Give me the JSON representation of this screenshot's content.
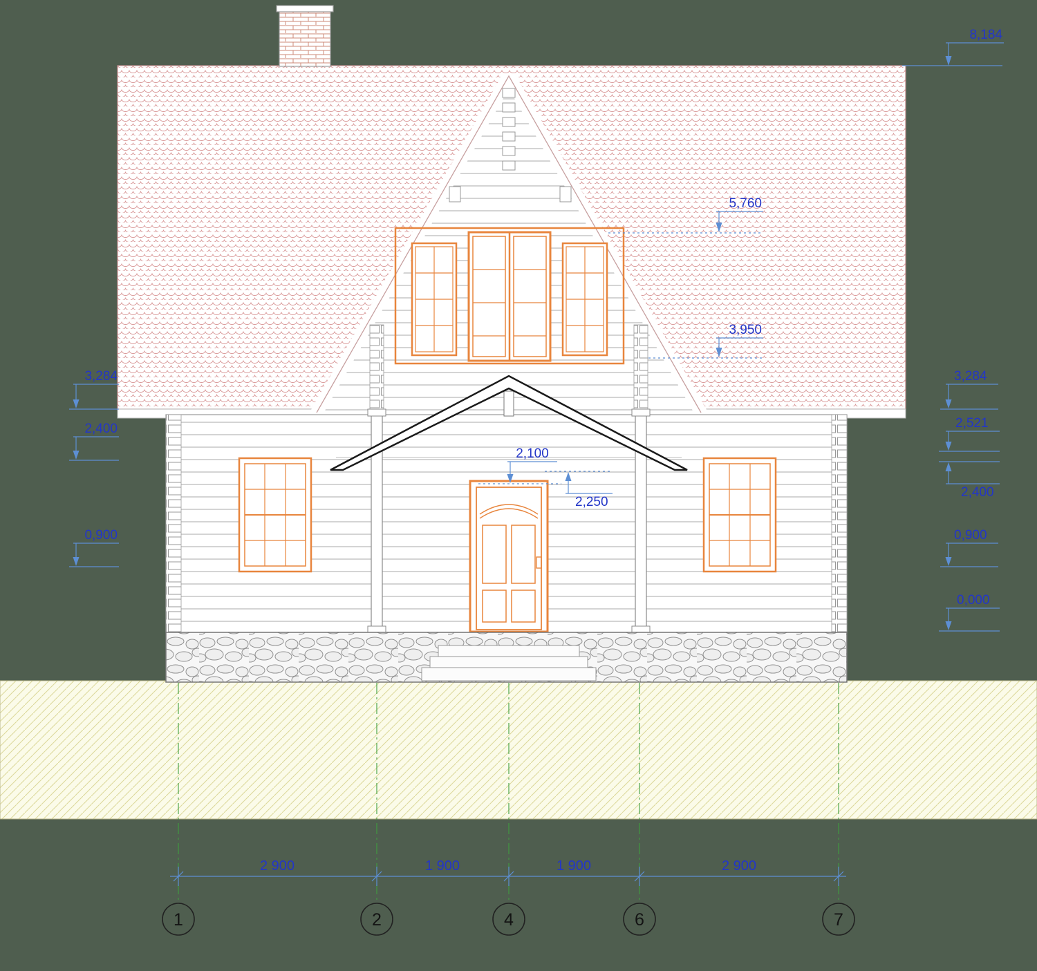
{
  "labels": {
    "elevation_marks": {
      "ridge": "8,184",
      "gable_window_top": "5,760",
      "gable_window_sill": "3,950",
      "eave_left": "3,284",
      "eave_right": "3,284",
      "first_floor_top_left": "2,400",
      "porch_beam_right": "2,521",
      "window_top_right": "2,400",
      "window_sill_left": "0,900",
      "window_sill_right": "0,900",
      "zero_level_right": "0,000",
      "door_height": "2,100",
      "porch_clearance": "2,250"
    },
    "bottom_dimensions": [
      "2 900",
      "1 900",
      "1 900",
      "2 900"
    ],
    "grid_axes": [
      "1",
      "2",
      "4",
      "6",
      "7"
    ]
  },
  "colors": {
    "background": "#4f5e4f",
    "dimension_text": "#2336c8",
    "dimension_line": "#5d8fd4",
    "grid_line": "#3f9e3f",
    "joinery_orange": "#e8853d",
    "roof_tile": "#d99898",
    "ground_fill": "#fbfbe9"
  }
}
